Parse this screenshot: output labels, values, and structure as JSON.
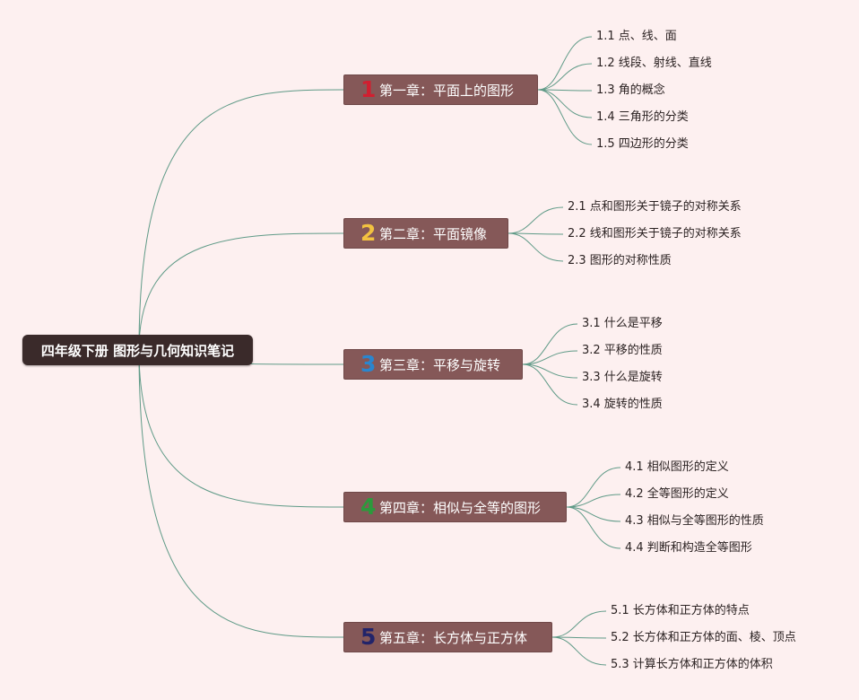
{
  "root": {
    "label": "四年级下册 图形与几何知识笔记"
  },
  "colors": {
    "background": "#fdf0f0",
    "root_fill": "#3a2a2a",
    "chapter_fill": "#855858",
    "link": "#5f9a87"
  },
  "chapters": [
    {
      "badge": "1",
      "badge_color": "#d11f30",
      "label": "第一章：平面上的图形",
      "topics": [
        "1.1 点、线、面",
        "1.2 线段、射线、直线",
        "1.3 角的概念",
        "1.4 三角形的分类",
        "1.5 四边形的分类"
      ]
    },
    {
      "badge": "2",
      "badge_color": "#f2c240",
      "label": "第二章：平面镜像",
      "topics": [
        "2.1 点和图形关于镜子的对称关系",
        "2.2 线和图形关于镜子的对称关系",
        "2.3 图形的对称性质"
      ]
    },
    {
      "badge": "3",
      "badge_color": "#2a86cf",
      "label": "第三章：平移与旋转",
      "topics": [
        "3.1 什么是平移",
        "3.2 平移的性质",
        "3.3 什么是旋转",
        "3.4 旋转的性质"
      ]
    },
    {
      "badge": "4",
      "badge_color": "#2c9a3c",
      "label": "第四章：相似与全等的图形",
      "topics": [
        "4.1 相似图形的定义",
        "4.2 全等图形的定义",
        "4.3 相似与全等图形的性质",
        "4.4 判断和构造全等图形"
      ]
    },
    {
      "badge": "5",
      "badge_color": "#22246a",
      "label": "第五章：长方体与正方体",
      "topics": [
        "5.1 长方体和正方体的特点",
        "5.2 长方体和正方体的面、棱、顶点",
        "5.3 计算长方体和正方体的体积"
      ]
    }
  ]
}
